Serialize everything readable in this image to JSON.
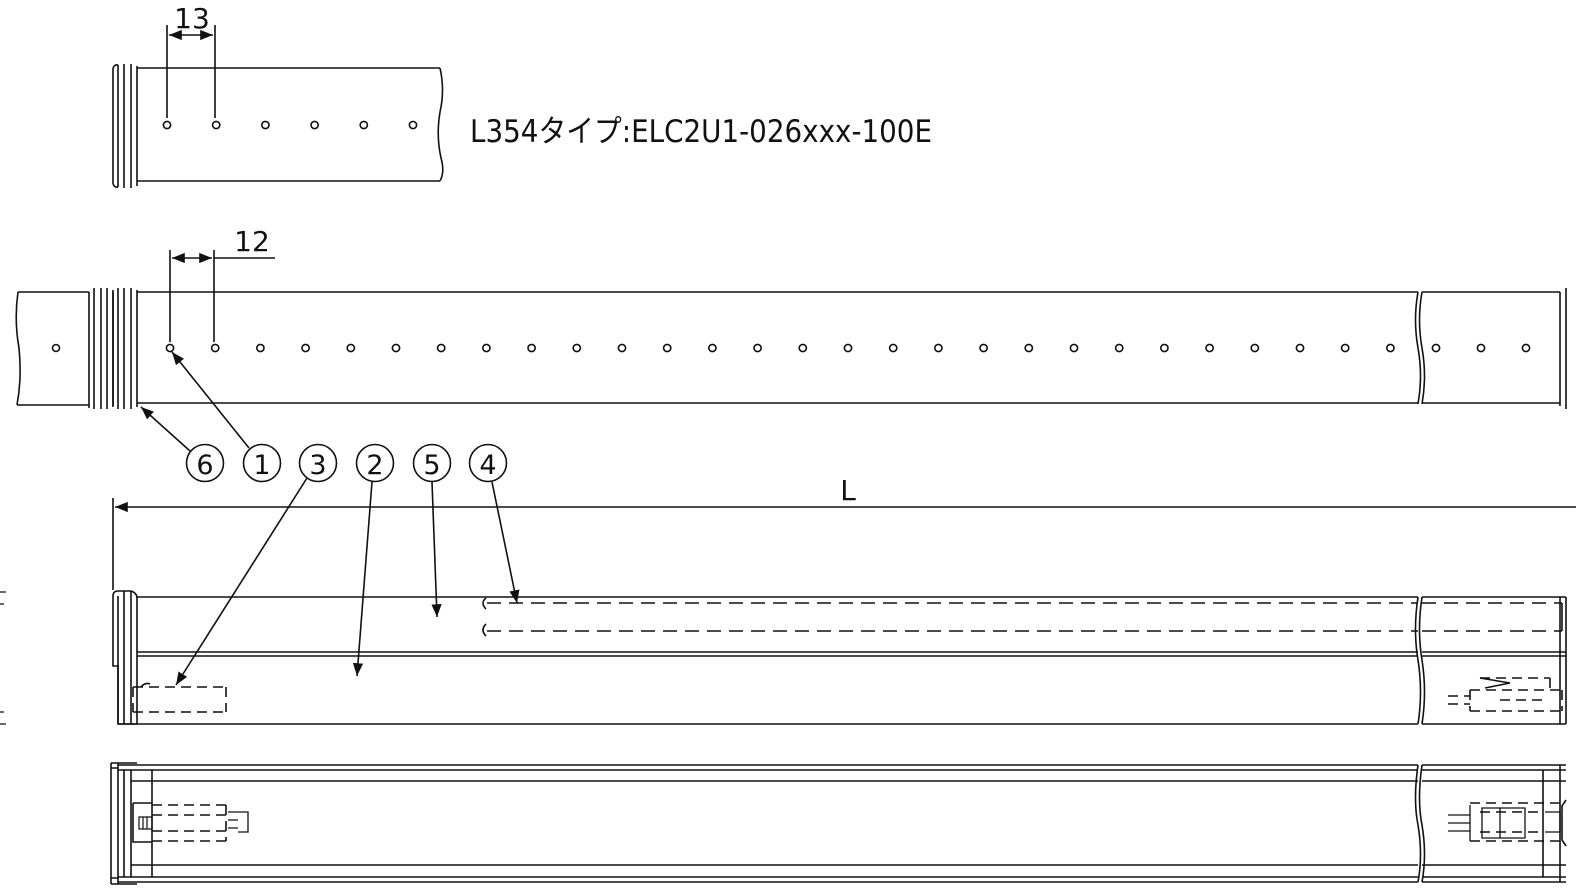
{
  "dimensions": {
    "top_pitch": "13",
    "mid_pitch": "12",
    "length": "L"
  },
  "type_label": "L354タイプ:ELC2U1-026xxx-100E",
  "callouts": [
    {
      "number": "6",
      "glyph": "⑥"
    },
    {
      "number": "1",
      "glyph": "①"
    },
    {
      "number": "3",
      "glyph": "③"
    },
    {
      "number": "2",
      "glyph": "②"
    },
    {
      "number": "5",
      "glyph": "⑤"
    },
    {
      "number": "4",
      "glyph": "④"
    }
  ],
  "colors": {
    "line": "#111111",
    "background": "#ffffff"
  }
}
